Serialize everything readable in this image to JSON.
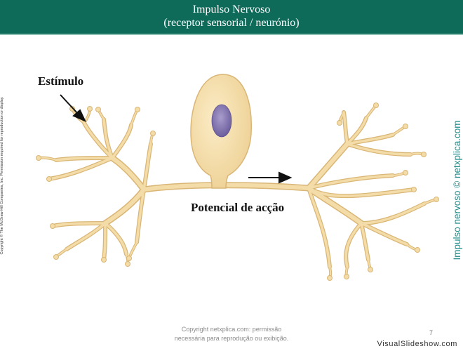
{
  "header": {
    "title": "Impulso Nervoso",
    "subtitle": "(receptor sensorial / neurónio)"
  },
  "diagram": {
    "stimulus_label": "Estímulo",
    "action_potential_label": "Potencial de acção",
    "colors": {
      "neuron_fill": "#f4dca8",
      "neuron_stroke": "#d9b676",
      "nucleus": "#8d7fb6",
      "header": "#0e6b5a"
    }
  },
  "side": {
    "copyright_vertical": "Copyright © The McGraw-Hill Companies, Inc. Permission required for reproduction or display.",
    "vertical_label": "Impulso nervoso © netxplica.com"
  },
  "footer": {
    "line1": "Copyright netxplica.com: permissão",
    "line2": "necessária para reprodução ou exibição.",
    "page_number": "7",
    "watermark": "VisualSlideshow.com"
  }
}
